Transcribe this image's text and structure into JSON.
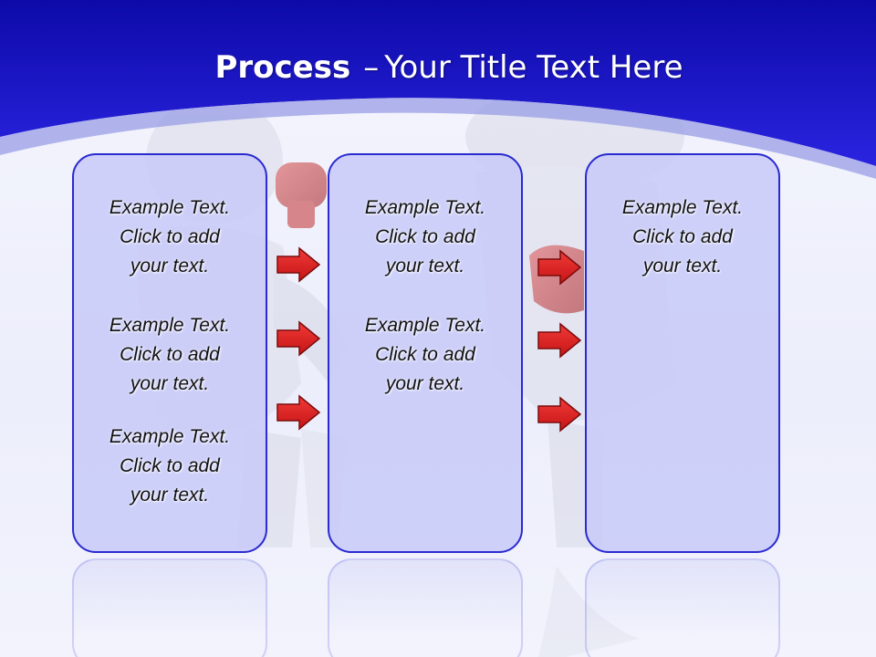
{
  "title": {
    "bold": "Process",
    "dash": "–",
    "rest": "Your Title Text Here"
  },
  "columns": [
    {
      "blocks": [
        {
          "line1": "Example Text.",
          "line2": "Click  to add",
          "line3": "your text."
        },
        {
          "line1": "Example Text.",
          "line2": "Click  to add",
          "line3": "your text."
        },
        {
          "line1": "Example Text.",
          "line2": "Click  to add",
          "line3": "your text."
        }
      ]
    },
    {
      "blocks": [
        {
          "line1": "Example Text.",
          "line2": "Click  to add",
          "line3": "your text."
        },
        {
          "line1": "Example Text.",
          "line2": "Click  to add",
          "line3": "your text."
        }
      ]
    },
    {
      "blocks": [
        {
          "line1": "Example Text.",
          "line2": "Click  to add",
          "line3": "your text."
        }
      ]
    }
  ],
  "colors": {
    "header_blue": "#1a14c8",
    "panel_fill": "#c8cbf8",
    "panel_border": "#2a2ad0",
    "arrow_red": "#e02020"
  },
  "icons": {
    "arrow": "right-arrow-icon"
  }
}
